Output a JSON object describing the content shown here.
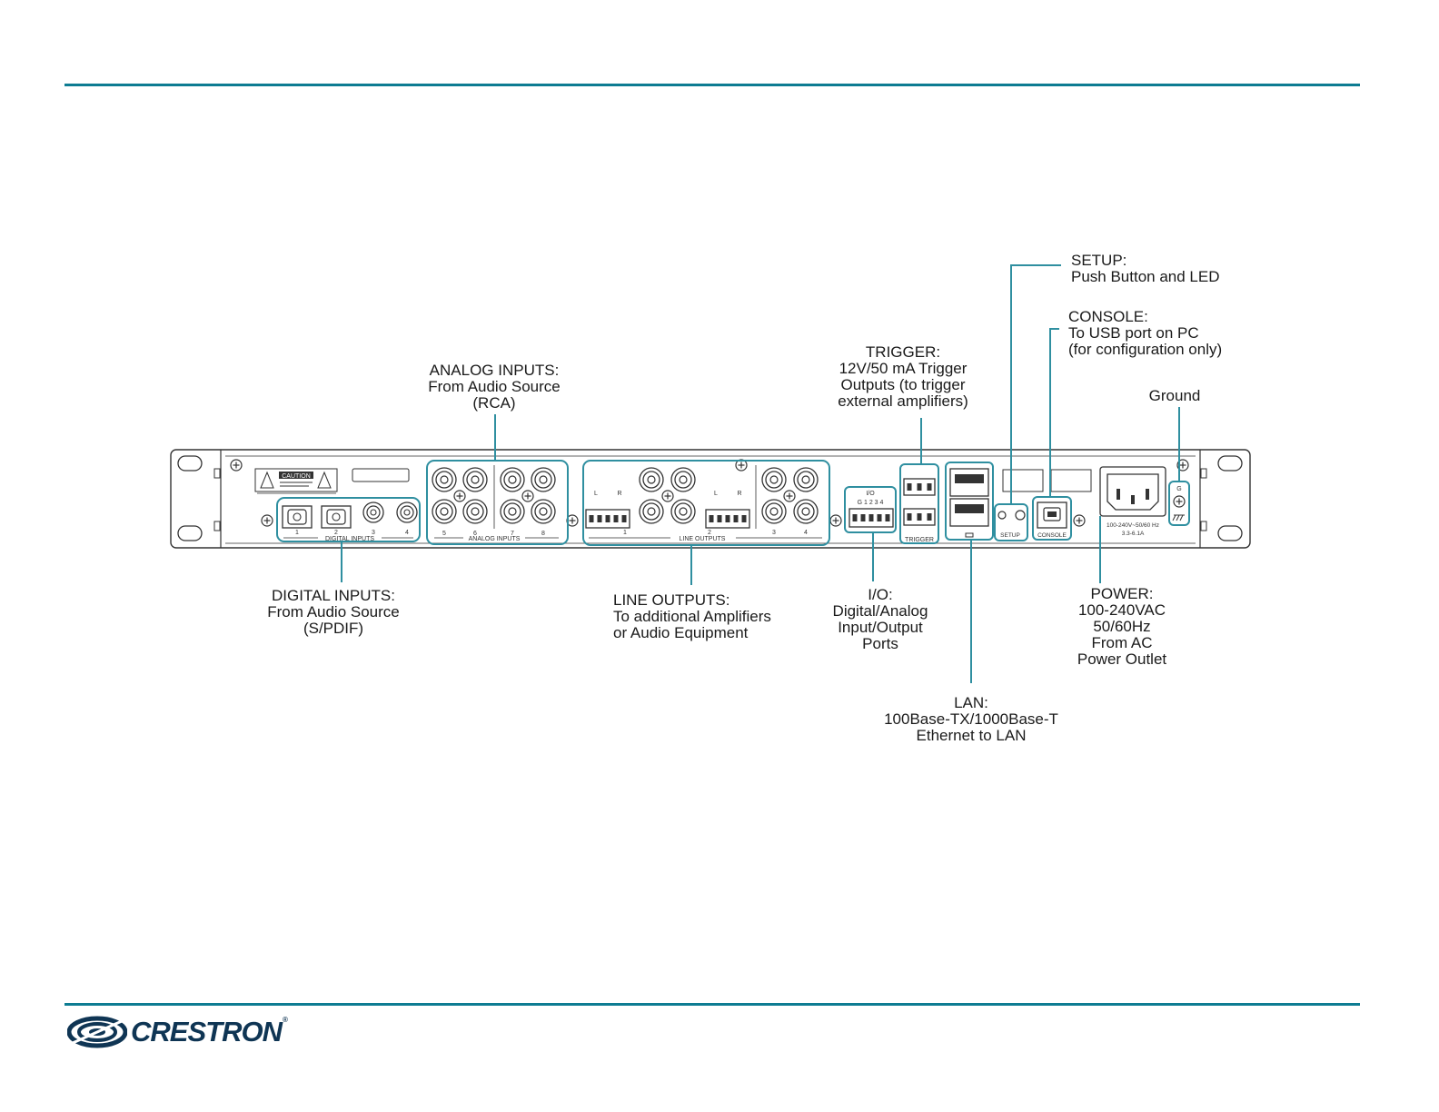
{
  "callouts": {
    "analog_inputs": {
      "lines": [
        "ANALOG INPUTS:",
        "From Audio Source",
        "(RCA)"
      ]
    },
    "digital_inputs": {
      "lines": [
        "DIGITAL INPUTS:",
        "From Audio Source",
        "(S/PDIF)"
      ]
    },
    "line_outputs": {
      "lines": [
        "LINE OUTPUTS:",
        "To additional Amplifiers",
        "or Audio Equipment"
      ]
    },
    "trigger": {
      "lines": [
        "TRIGGER:",
        "12V/50 mA Trigger",
        "Outputs (to trigger",
        "external amplifiers)"
      ]
    },
    "io": {
      "lines": [
        "I/O:",
        "Digital/Analog",
        "Input/Output",
        "Ports"
      ]
    },
    "lan": {
      "lines": [
        "LAN:",
        "100Base-TX/1000Base-T",
        "Ethernet to LAN"
      ]
    },
    "setup": {
      "lines": [
        "SETUP:",
        "Push Button and LED"
      ]
    },
    "console": {
      "lines": [
        "CONSOLE:",
        "To USB port on PC",
        "(for configuration only)"
      ]
    },
    "ground": {
      "lines": [
        "Ground"
      ]
    },
    "power": {
      "lines": [
        "POWER:",
        "100-240VAC",
        "50/60Hz",
        "From AC",
        "Power Outlet"
      ]
    }
  },
  "panel_labels": {
    "caution": "CAUTION",
    "digital_inputs": "DIGITAL INPUTS",
    "analog_inputs": "ANALOG INPUTS",
    "line_outputs": "LINE OUTPUTS",
    "io": "I/O",
    "trigger": "TRIGGER",
    "setup": "SETUP",
    "console": "CONSOLE",
    "power_rating_1": "100-240V~50/60 Hz",
    "power_rating_2": "3.3-6.1A",
    "ground_mark": "G",
    "digital_numbers": [
      "1",
      "2",
      "3",
      "4"
    ],
    "analog_numbers": [
      "5",
      "6",
      "7",
      "8"
    ],
    "output_numbers": [
      "1",
      "2",
      "3",
      "4"
    ],
    "io_pins": "G 1 2 3 4",
    "lr": [
      "L",
      "R"
    ]
  },
  "brand": {
    "name": "CRESTRON",
    "mark": "®"
  },
  "colors": {
    "accent": "#0d7c92",
    "line": "#2f8fa0",
    "drawing": "#333333",
    "brand": "#0f3554"
  }
}
